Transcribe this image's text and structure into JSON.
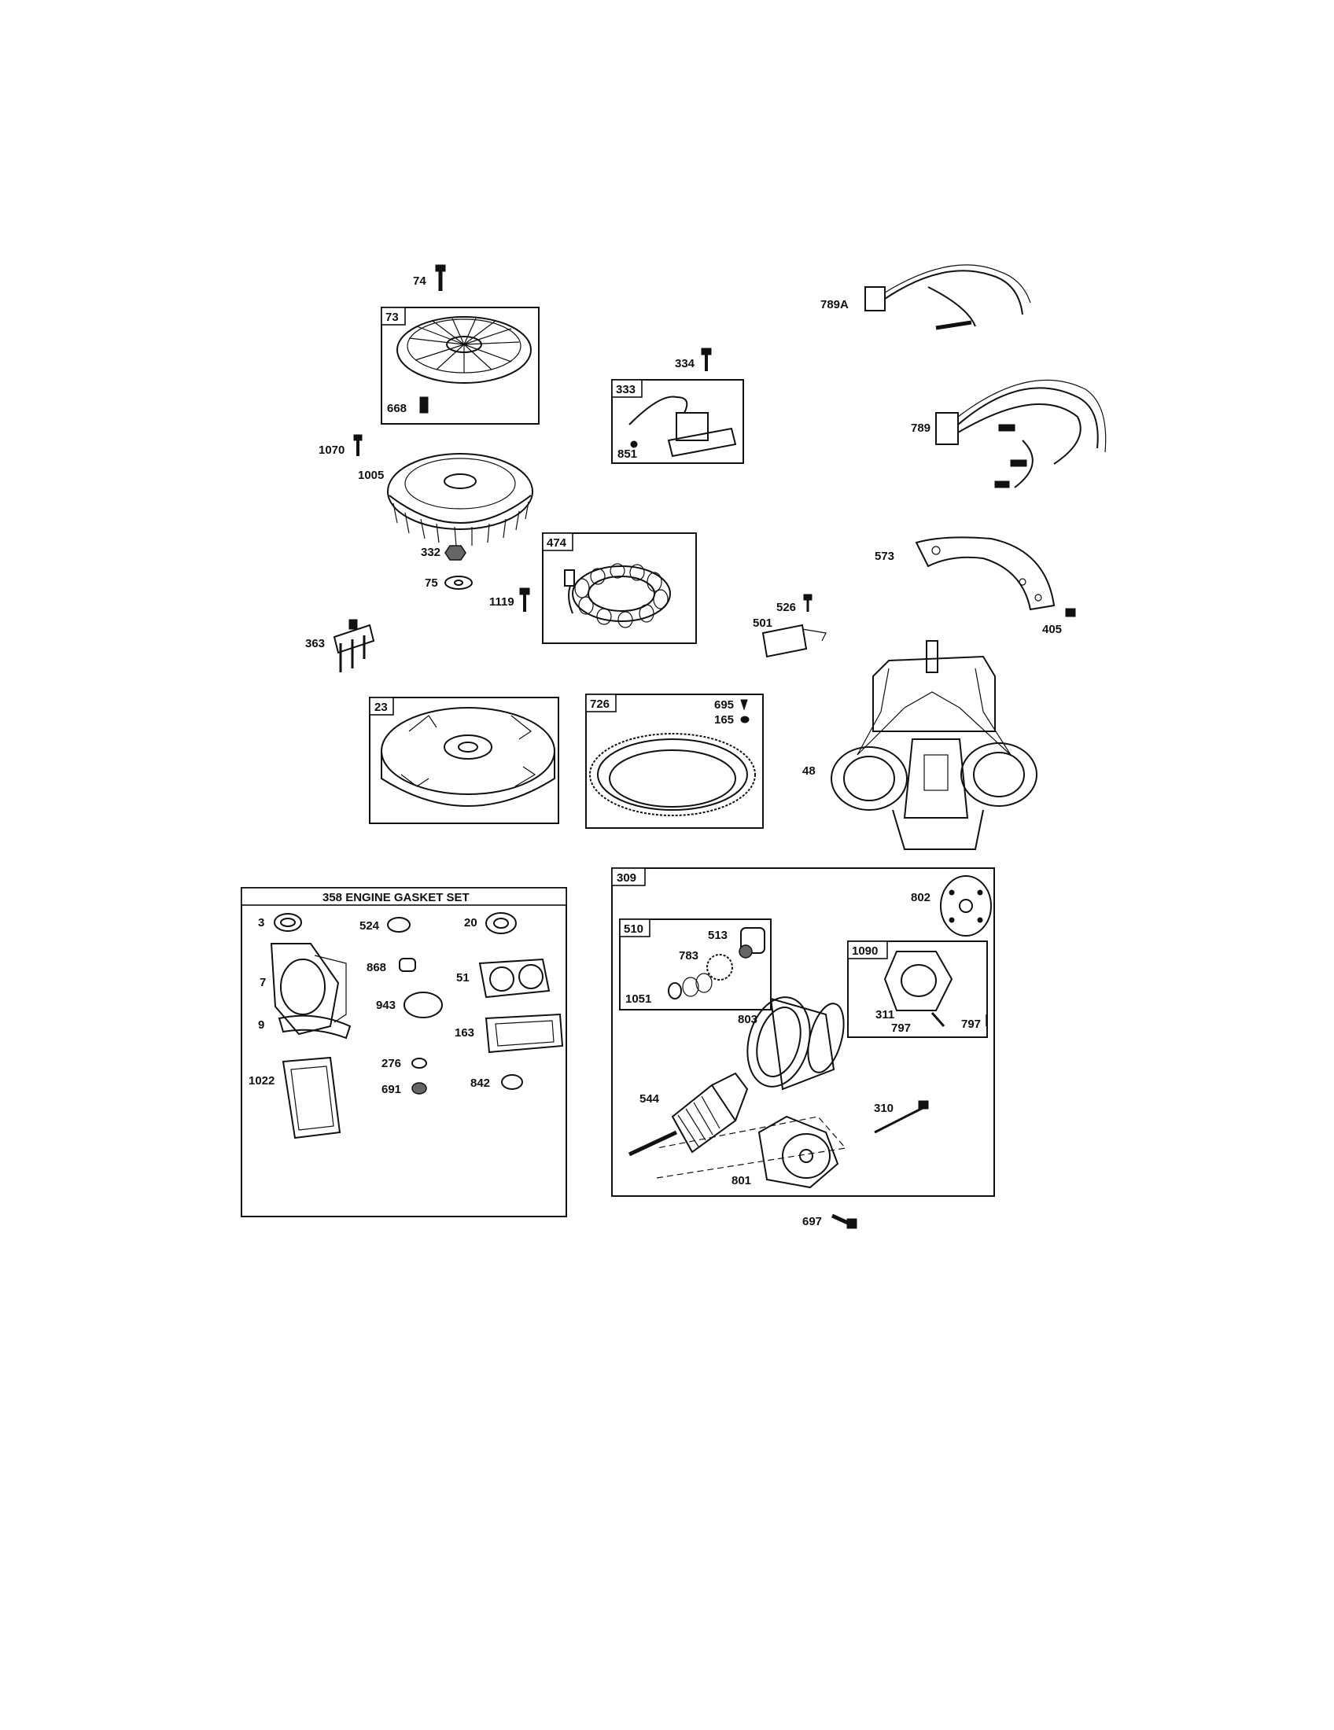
{
  "labels": {
    "p74": "74",
    "p73": "73",
    "p668": "668",
    "p1070": "1070",
    "p1005": "1005",
    "p332": "332",
    "p75": "75",
    "p1119": "1119",
    "p363": "363",
    "p474": "474",
    "p334": "334",
    "p333": "333",
    "p851": "851",
    "p789A": "789A",
    "p789": "789",
    "p573": "573",
    "p405": "405",
    "p526": "526",
    "p501": "501",
    "p23": "23",
    "p726": "726",
    "p695": "695",
    "p165": "165",
    "p48": "48",
    "gasket_title": "358 ENGINE GASKET SET",
    "p3": "3",
    "p524": "524",
    "p20": "20",
    "p7": "7",
    "p868": "868",
    "p51": "51",
    "p943": "943",
    "p9": "9",
    "p163": "163",
    "p276": "276",
    "p1022": "1022",
    "p691": "691",
    "p842": "842",
    "p309": "309",
    "p802": "802",
    "p510": "510",
    "p513": "513",
    "p783": "783",
    "p1051": "1051",
    "p1090": "1090",
    "p311": "311",
    "p797a": "797",
    "p797b": "797",
    "p803": "803",
    "p544": "544",
    "p310": "310",
    "p801": "801",
    "p697": "697"
  }
}
